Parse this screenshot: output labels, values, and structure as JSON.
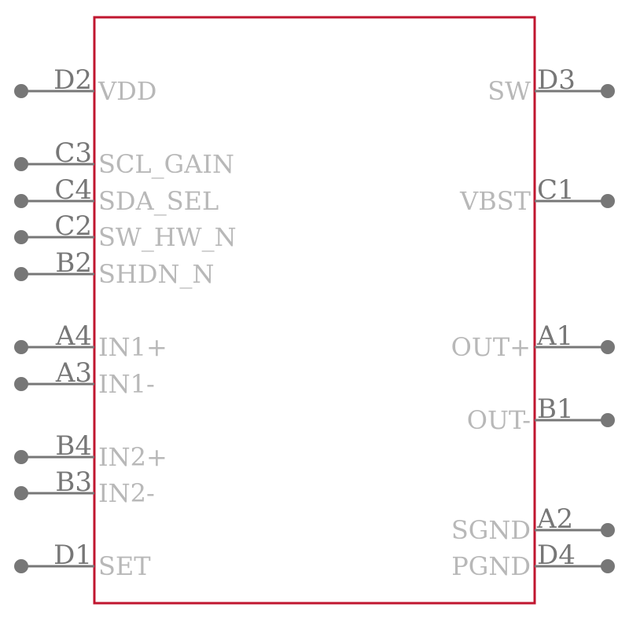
{
  "colors": {
    "body_outline": "#c0162f",
    "pin_line": "#777777",
    "pin_number": "#777777",
    "pin_name": "#b8b8b8"
  },
  "left_pins": [
    {
      "number": "D2",
      "name": "VDD"
    },
    {
      "number": "C3",
      "name": "SCL_GAIN"
    },
    {
      "number": "C4",
      "name": "SDA_SEL"
    },
    {
      "number": "C2",
      "name": "SW_HW_N"
    },
    {
      "number": "B2",
      "name": "SHDN_N"
    },
    {
      "number": "A4",
      "name": "IN1+"
    },
    {
      "number": "A3",
      "name": "IN1-"
    },
    {
      "number": "B4",
      "name": "IN2+"
    },
    {
      "number": "B3",
      "name": "IN2-"
    },
    {
      "number": "D1",
      "name": "SET"
    }
  ],
  "right_pins": [
    {
      "number": "D3",
      "name": "SW"
    },
    {
      "number": "C1",
      "name": "VBST"
    },
    {
      "number": "A1",
      "name": "OUT+"
    },
    {
      "number": "B1",
      "name": "OUT-"
    },
    {
      "number": "A2",
      "name": "SGND"
    },
    {
      "number": "D4",
      "name": "PGND"
    }
  ]
}
